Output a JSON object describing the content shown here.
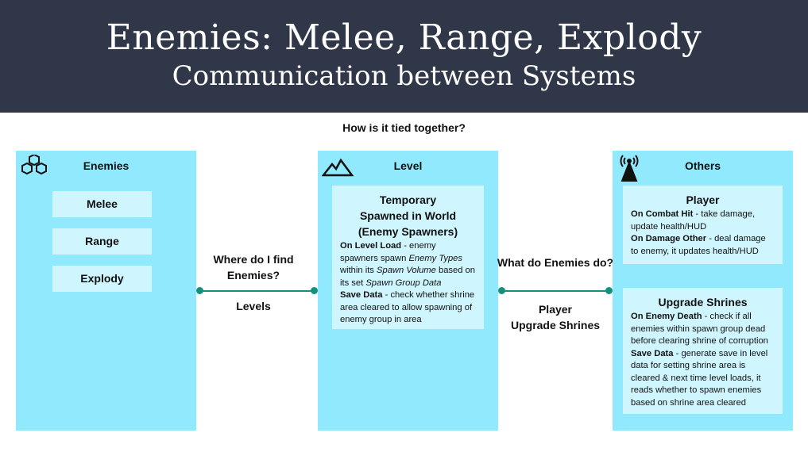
{
  "header": {
    "title": "Enemies: Melee, Range, Explody",
    "subtitle": "Communication between Systems"
  },
  "question": "How is it tied together?",
  "enemies": {
    "title": "Enemies",
    "icon": "cubes-icon",
    "items": [
      "Melee",
      "Range",
      "Explody"
    ]
  },
  "connector1": {
    "question": "Where do I find Enemies?",
    "answer": "Levels"
  },
  "level": {
    "title": "Level",
    "icon": "mountain-icon",
    "card": {
      "title_lines": [
        "Temporary",
        "Spawned in World",
        "(Enemy Spawners)"
      ],
      "b1": "On Level Load",
      "t1a": " - enemy spawners spawn ",
      "i1": "Enemy Types",
      "t1b": " within its ",
      "i2": "Spawn Volume",
      "t1c": " based on its set ",
      "i3": "Spawn Group Data",
      "b2": "Save Data",
      "t2": " - check whether shrine area cleared to allow spawning of enemy group in area"
    }
  },
  "connector2": {
    "question": "What do Enemies do?",
    "answer_lines": [
      "Player",
      "Upgrade Shrines"
    ]
  },
  "others": {
    "title": "Others",
    "icon": "radio-tower-icon",
    "player": {
      "title": "Player",
      "b1": "On Combat Hit",
      "t1": " - take damage, update health/HUD",
      "b2": "On Damage Other",
      "t2": " - deal damage to enemy, it updates health/HUD"
    },
    "shrines": {
      "title": "Upgrade Shrines",
      "b1": "On Enemy Death",
      "t1": " - check if all enemies within spawn group dead before clearing shrine of corruption",
      "b2": "Save Data",
      "t2": " - generate save in level data for setting shrine area is cleared & next time level loads, it reads whether to spawn enemies based on shrine area cleared"
    }
  },
  "colors": {
    "header": "#2f3749",
    "panel": "#91e9fd",
    "card": "#cff6fe",
    "connector": "#16907a"
  }
}
